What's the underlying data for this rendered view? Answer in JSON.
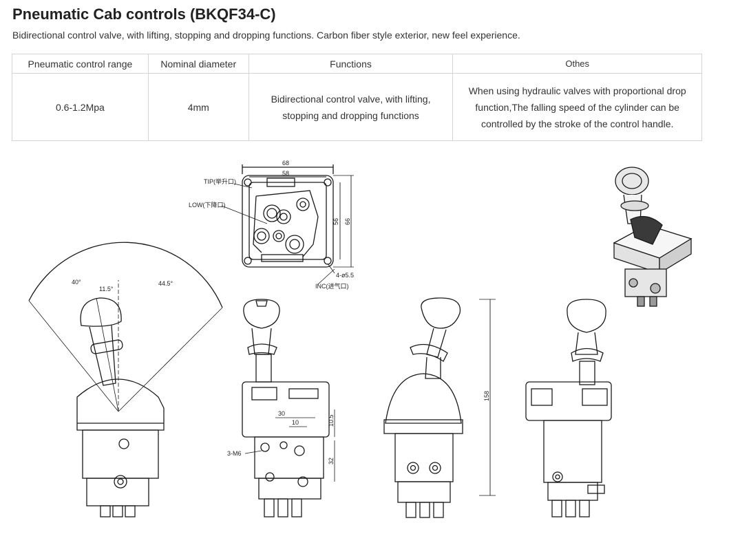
{
  "header": {
    "title": "Pneumatic Cab controls (BKQF34-C)",
    "subtitle": "Bidirectional control valve, with lifting, stopping and dropping functions. Carbon fiber style exterior, new feel experience."
  },
  "table": {
    "headers": [
      "Pneumatic control range",
      "Nominal diameter",
      "Functions",
      "Othes"
    ],
    "row": [
      "0.6-1.2Mpa",
      "4mm",
      "Bidirectional control valve, with lifting, stopping and dropping functions",
      "When using hydraulic valves with proportional drop function,The falling speed of the cylinder can be controlled by the stroke of the control handle."
    ]
  },
  "drawing": {
    "top_view": {
      "dim_width_outer": "68",
      "dim_width_inner": "58",
      "dim_height_inner": "56",
      "dim_height_outer": "66",
      "dim_hole": "4-ø5.5",
      "label_tip": "TIP(举升口)",
      "label_low": "LOW(下降口)",
      "label_inc": "INC(进气口)"
    },
    "angle_view": {
      "angle_left": "40°",
      "angle_mid": "11.5°",
      "angle_right": "44.5°"
    },
    "front_view": {
      "dim_30": "30",
      "dim_10": "10",
      "dim_10_5": "10.5",
      "dim_32": "32",
      "label_thread": "3-M6"
    },
    "side_view": {
      "dim_height": "158"
    }
  }
}
